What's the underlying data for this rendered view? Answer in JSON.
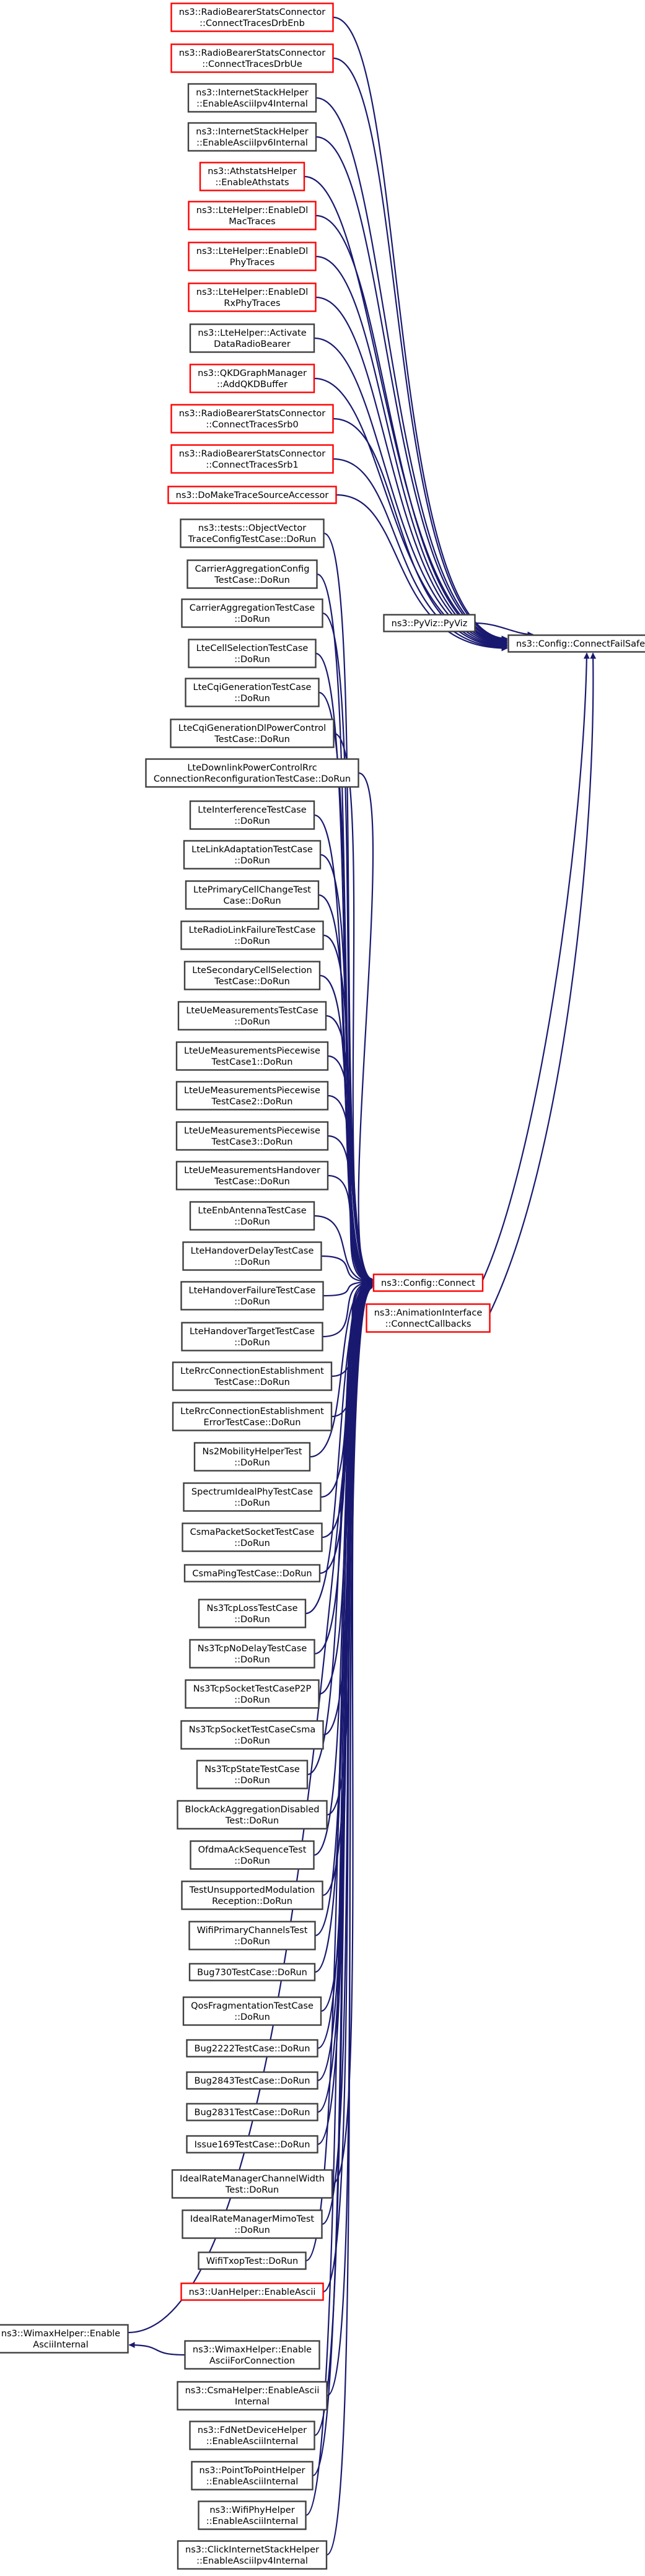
{
  "colors": {
    "edge": "#191970",
    "border_normal": "#404040",
    "border_undocumented": "#ff0000",
    "target_fill": "#bfbfbf",
    "background": "#ffffff"
  },
  "nodes": {
    "target": {
      "lines": [
        "ns3::Config::ConnectFailSafe"
      ],
      "style": "target"
    },
    "pyviz": {
      "lines": [
        "ns3::PyViz::PyViz"
      ],
      "style": "normal"
    },
    "connect": {
      "lines": [
        "ns3::Config::Connect"
      ],
      "style": "red"
    },
    "anim": {
      "lines": [
        "ns3::AnimationInterface",
        "::ConnectCallbacks"
      ],
      "style": "red"
    },
    "wimax_ascii_internal": {
      "lines": [
        "ns3::WimaxHelper::Enable",
        "AsciiInternal"
      ],
      "style": "normal"
    },
    "left": [
      {
        "lines": [
          "ns3::RadioBearerStatsConnector",
          "::ConnectTracesDrbEnb"
        ],
        "style": "red"
      },
      {
        "lines": [
          "ns3::RadioBearerStatsConnector",
          "::ConnectTracesDrbUe"
        ],
        "style": "red"
      },
      {
        "lines": [
          "ns3::InternetStackHelper",
          "::EnableAsciiIpv4Internal"
        ],
        "style": "normal"
      },
      {
        "lines": [
          "ns3::InternetStackHelper",
          "::EnableAsciiIpv6Internal"
        ],
        "style": "normal"
      },
      {
        "lines": [
          "ns3::AthstatsHelper",
          "::EnableAthstats"
        ],
        "style": "red"
      },
      {
        "lines": [
          "ns3::LteHelper::EnableDl",
          "MacTraces"
        ],
        "style": "red"
      },
      {
        "lines": [
          "ns3::LteHelper::EnableDl",
          "PhyTraces"
        ],
        "style": "red"
      },
      {
        "lines": [
          "ns3::LteHelper::EnableDl",
          "RxPhyTraces"
        ],
        "style": "red"
      },
      {
        "lines": [
          "ns3::LteHelper::Activate",
          "DataRadioBearer"
        ],
        "style": "normal"
      },
      {
        "lines": [
          "ns3::QKDGraphManager",
          "::AddQKDBuffer"
        ],
        "style": "red"
      },
      {
        "lines": [
          "ns3::RadioBearerStatsConnector",
          "::ConnectTracesSrb0"
        ],
        "style": "red"
      },
      {
        "lines": [
          "ns3::RadioBearerStatsConnector",
          "::ConnectTracesSrb1"
        ],
        "style": "red"
      },
      {
        "lines": [
          "ns3::DoMakeTraceSourceAccessor"
        ],
        "style": "red"
      },
      {
        "lines": [
          "ns3::tests::ObjectVector",
          "TraceConfigTestCase::DoRun"
        ],
        "style": "normal"
      },
      {
        "lines": [
          "CarrierAggregationConfig",
          "TestCase::DoRun"
        ],
        "style": "normal"
      },
      {
        "lines": [
          "CarrierAggregationTestCase",
          "::DoRun"
        ],
        "style": "normal"
      },
      {
        "lines": [
          "LteCellSelectionTestCase",
          "::DoRun"
        ],
        "style": "normal"
      },
      {
        "lines": [
          "LteCqiGenerationTestCase",
          "::DoRun"
        ],
        "style": "normal"
      },
      {
        "lines": [
          "LteCqiGenerationDlPowerControl",
          "TestCase::DoRun"
        ],
        "style": "normal"
      },
      {
        "lines": [
          "LteDownlinkPowerControlRrc",
          "ConnectionReconfigurationTestCase::DoRun"
        ],
        "style": "normal"
      },
      {
        "lines": [
          "LteInterferenceTestCase",
          "::DoRun"
        ],
        "style": "normal"
      },
      {
        "lines": [
          "LteLinkAdaptationTestCase",
          "::DoRun"
        ],
        "style": "normal"
      },
      {
        "lines": [
          "LtePrimaryCellChangeTest",
          "Case::DoRun"
        ],
        "style": "normal"
      },
      {
        "lines": [
          "LteRadioLinkFailureTestCase",
          "::DoRun"
        ],
        "style": "normal"
      },
      {
        "lines": [
          "LteSecondaryCellSelection",
          "TestCase::DoRun"
        ],
        "style": "normal"
      },
      {
        "lines": [
          "LteUeMeasurementsTestCase",
          "::DoRun"
        ],
        "style": "normal"
      },
      {
        "lines": [
          "LteUeMeasurementsPiecewise",
          "TestCase1::DoRun"
        ],
        "style": "normal"
      },
      {
        "lines": [
          "LteUeMeasurementsPiecewise",
          "TestCase2::DoRun"
        ],
        "style": "normal"
      },
      {
        "lines": [
          "LteUeMeasurementsPiecewise",
          "TestCase3::DoRun"
        ],
        "style": "normal"
      },
      {
        "lines": [
          "LteUeMeasurementsHandover",
          "TestCase::DoRun"
        ],
        "style": "normal"
      },
      {
        "lines": [
          "LteEnbAntennaTestCase",
          "::DoRun"
        ],
        "style": "normal"
      },
      {
        "lines": [
          "LteHandoverDelayTestCase",
          "::DoRun"
        ],
        "style": "normal"
      },
      {
        "lines": [
          "LteHandoverFailureTestCase",
          "::DoRun"
        ],
        "style": "normal"
      },
      {
        "lines": [
          "LteHandoverTargetTestCase",
          "::DoRun"
        ],
        "style": "normal"
      },
      {
        "lines": [
          "LteRrcConnectionEstablishment",
          "TestCase::DoRun"
        ],
        "style": "normal"
      },
      {
        "lines": [
          "LteRrcConnectionEstablishment",
          "ErrorTestCase::DoRun"
        ],
        "style": "normal"
      },
      {
        "lines": [
          "Ns2MobilityHelperTest",
          "::DoRun"
        ],
        "style": "normal"
      },
      {
        "lines": [
          "SpectrumIdealPhyTestCase",
          "::DoRun"
        ],
        "style": "normal"
      },
      {
        "lines": [
          "CsmaPacketSocketTestCase",
          "::DoRun"
        ],
        "style": "normal"
      },
      {
        "lines": [
          "CsmaPingTestCase::DoRun"
        ],
        "style": "normal"
      },
      {
        "lines": [
          "Ns3TcpLossTestCase",
          "::DoRun"
        ],
        "style": "normal"
      },
      {
        "lines": [
          "Ns3TcpNoDelayTestCase",
          "::DoRun"
        ],
        "style": "normal"
      },
      {
        "lines": [
          "Ns3TcpSocketTestCaseP2P",
          "::DoRun"
        ],
        "style": "normal"
      },
      {
        "lines": [
          "Ns3TcpSocketTestCaseCsma",
          "::DoRun"
        ],
        "style": "normal"
      },
      {
        "lines": [
          "Ns3TcpStateTestCase",
          "::DoRun"
        ],
        "style": "normal"
      },
      {
        "lines": [
          "BlockAckAggregationDisabled",
          "Test::DoRun"
        ],
        "style": "normal"
      },
      {
        "lines": [
          "OfdmaAckSequenceTest",
          "::DoRun"
        ],
        "style": "normal"
      },
      {
        "lines": [
          "TestUnsupportedModulation",
          "Reception::DoRun"
        ],
        "style": "normal"
      },
      {
        "lines": [
          "WifiPrimaryChannelsTest",
          "::DoRun"
        ],
        "style": "normal"
      },
      {
        "lines": [
          "Bug730TestCase::DoRun"
        ],
        "style": "normal"
      },
      {
        "lines": [
          "QosFragmentationTestCase",
          "::DoRun"
        ],
        "style": "normal"
      },
      {
        "lines": [
          "Bug2222TestCase::DoRun"
        ],
        "style": "normal"
      },
      {
        "lines": [
          "Bug2843TestCase::DoRun"
        ],
        "style": "normal"
      },
      {
        "lines": [
          "Bug2831TestCase::DoRun"
        ],
        "style": "normal"
      },
      {
        "lines": [
          "Issue169TestCase::DoRun"
        ],
        "style": "normal"
      },
      {
        "lines": [
          "IdealRateManagerChannelWidth",
          "Test::DoRun"
        ],
        "style": "normal"
      },
      {
        "lines": [
          "IdealRateManagerMimoTest",
          "::DoRun"
        ],
        "style": "normal"
      },
      {
        "lines": [
          "WifiTxopTest::DoRun"
        ],
        "style": "normal"
      },
      {
        "lines": [
          "ns3::UanHelper::EnableAscii"
        ],
        "style": "red"
      },
      {
        "lines": [
          "ns3::WimaxHelper::Enable",
          "AsciiForConnection"
        ],
        "style": "normal"
      },
      {
        "lines": [
          "ns3::CsmaHelper::EnableAscii",
          "Internal"
        ],
        "style": "normal"
      },
      {
        "lines": [
          "ns3::FdNetDeviceHelper",
          "::EnableAsciiInternal"
        ],
        "style": "normal"
      },
      {
        "lines": [
          "ns3::PointToPointHelper",
          "::EnableAsciiInternal"
        ],
        "style": "normal"
      },
      {
        "lines": [
          "ns3::WifiPhyHelper",
          "::EnableAsciiInternal"
        ],
        "style": "normal"
      },
      {
        "lines": [
          "ns3::ClickInternetStackHelper",
          "::EnableAsciiIpv4Internal"
        ],
        "style": "normal"
      }
    ]
  }
}
